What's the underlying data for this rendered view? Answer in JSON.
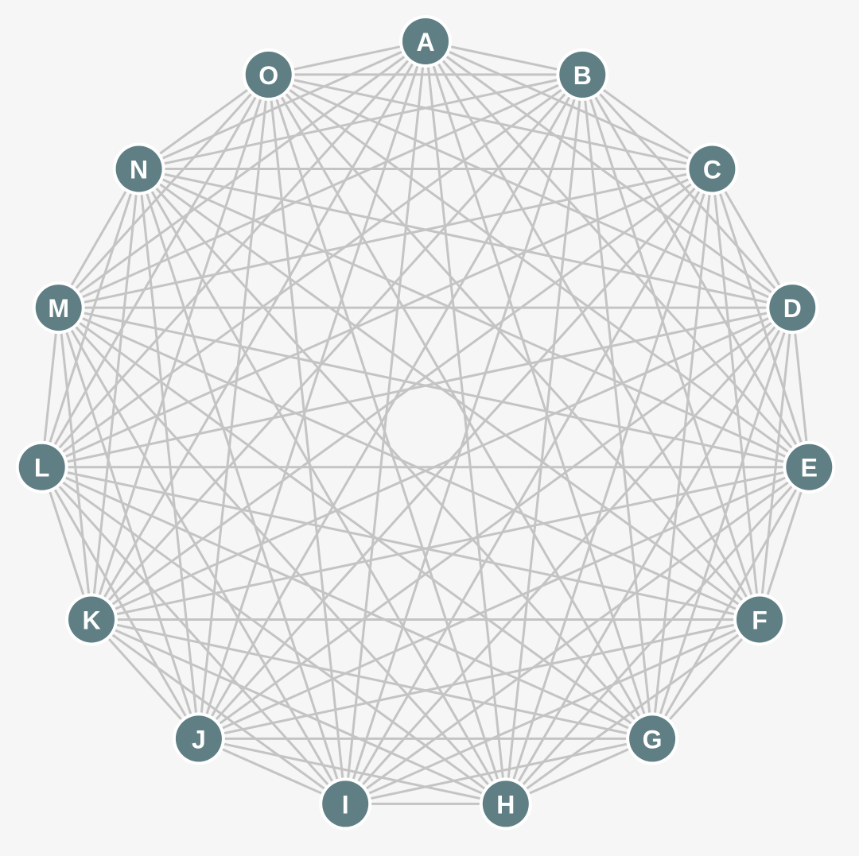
{
  "graph": {
    "type": "complete-graph",
    "node_color": "#5f7f84",
    "node_border_color": "#ffffff",
    "edge_color": "#c4c4c4",
    "background_color": "#f6f6f6",
    "nodes": [
      {
        "id": "A",
        "label": "A"
      },
      {
        "id": "B",
        "label": "B"
      },
      {
        "id": "C",
        "label": "C"
      },
      {
        "id": "D",
        "label": "D"
      },
      {
        "id": "E",
        "label": "E"
      },
      {
        "id": "F",
        "label": "F"
      },
      {
        "id": "G",
        "label": "G"
      },
      {
        "id": "H",
        "label": "H"
      },
      {
        "id": "I",
        "label": "I"
      },
      {
        "id": "J",
        "label": "J"
      },
      {
        "id": "K",
        "label": "K"
      },
      {
        "id": "L",
        "label": "L"
      },
      {
        "id": "M",
        "label": "M"
      },
      {
        "id": "N",
        "label": "N"
      },
      {
        "id": "O",
        "label": "O"
      }
    ],
    "edges": "all-pairs"
  }
}
